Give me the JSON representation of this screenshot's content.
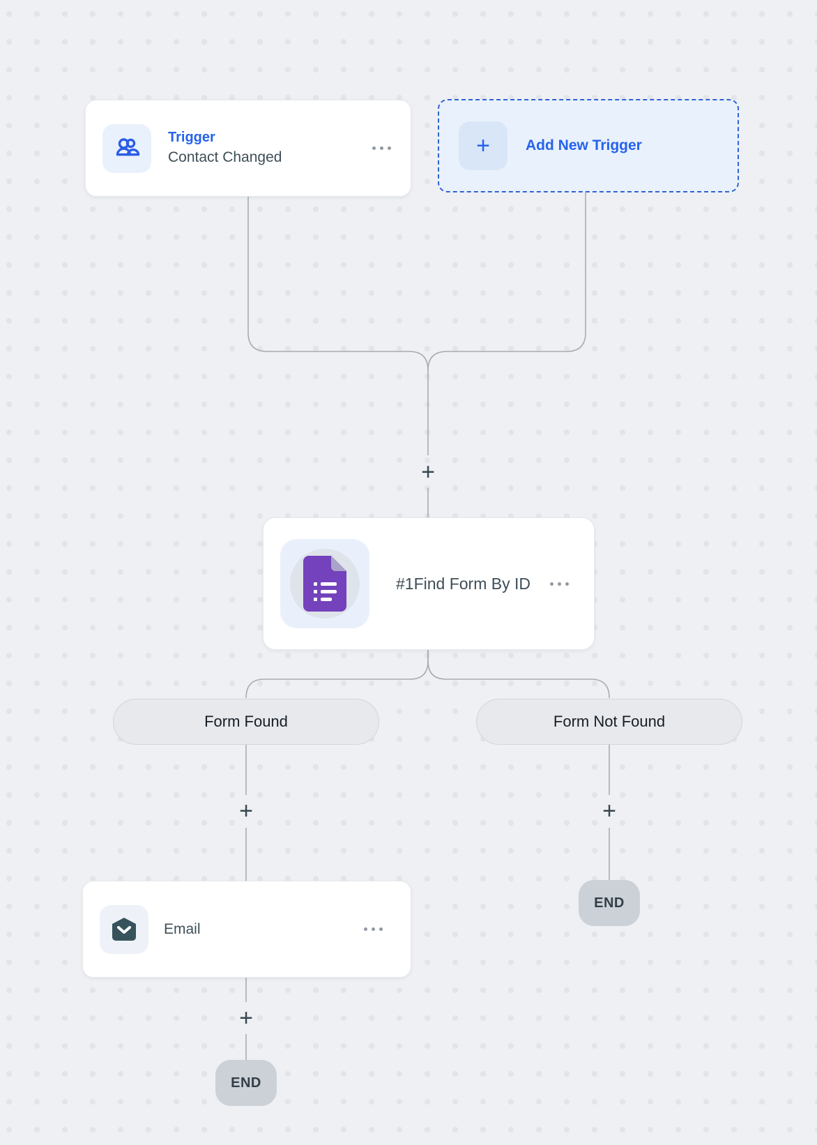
{
  "colors": {
    "canvas_bg": "#eef0f3",
    "dot_grid": "#e2e4e9",
    "accent_blue": "#2563eb",
    "dashed_border_blue": "#2f63d2",
    "connector_gray": "#a7acb3",
    "plus_dark": "#37474f",
    "forms_purple": "#7342bc",
    "forms_fold_purple": "#aba3c9",
    "email_teal": "#36535c",
    "pill_bg": "#e7e9ec",
    "end_pill_bg": "#ccd1d8",
    "card_text_dark": "#3e4e57"
  },
  "nodes": {
    "trigger": {
      "title": "Trigger",
      "subtitle": "Contact Changed",
      "icon": "users-icon",
      "menu": "ellipsis-menu"
    },
    "add_trigger": {
      "label": "Add New Trigger",
      "plus": "+",
      "icon": "plus-icon"
    },
    "find_form": {
      "label": "#1Find Form By ID",
      "icon": "google-forms-icon",
      "menu": "ellipsis-menu"
    },
    "email": {
      "label": "Email",
      "icon": "email-icon",
      "menu": "ellipsis-menu"
    }
  },
  "branches": [
    {
      "label": "Form Found"
    },
    {
      "label": "Form Not Found"
    }
  ],
  "terminals": {
    "left": "END",
    "right": "END"
  },
  "connector_plus": "+"
}
